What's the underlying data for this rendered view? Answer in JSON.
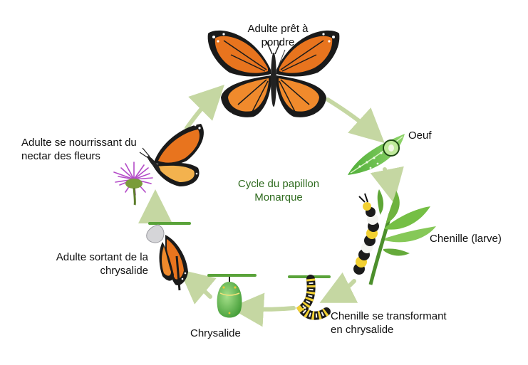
{
  "title": "Cycle du papillon Monarque",
  "title_lines": [
    "Cycle du papillon",
    "Monarque"
  ],
  "colors": {
    "arrow": "#c5d7a2",
    "title": "#2f6b1f",
    "wing_orange": "#e8741e",
    "wing_black": "#1a1a1a",
    "leaf_green": "#6fbf3a",
    "chrysalis_green": "#5fb84a",
    "flower_purple": "#b44bc8"
  },
  "stages": [
    {
      "id": "adult-laying",
      "lines": [
        "Adulte prêt à",
        "pondre"
      ]
    },
    {
      "id": "egg",
      "lines": [
        "Oeuf"
      ]
    },
    {
      "id": "caterpillar",
      "lines": [
        "Chenille (larve)"
      ]
    },
    {
      "id": "caterpillar-transforming",
      "lines": [
        "Chenille se transformant",
        "en chrysalide"
      ]
    },
    {
      "id": "chrysalis",
      "lines": [
        "Chrysalide"
      ]
    },
    {
      "id": "adult-emerging",
      "lines": [
        "Adulte sortant de la",
        "chrysalide"
      ]
    },
    {
      "id": "adult-feeding",
      "lines": [
        "Adulte se nourrissant du",
        "nectar des fleurs"
      ]
    }
  ]
}
